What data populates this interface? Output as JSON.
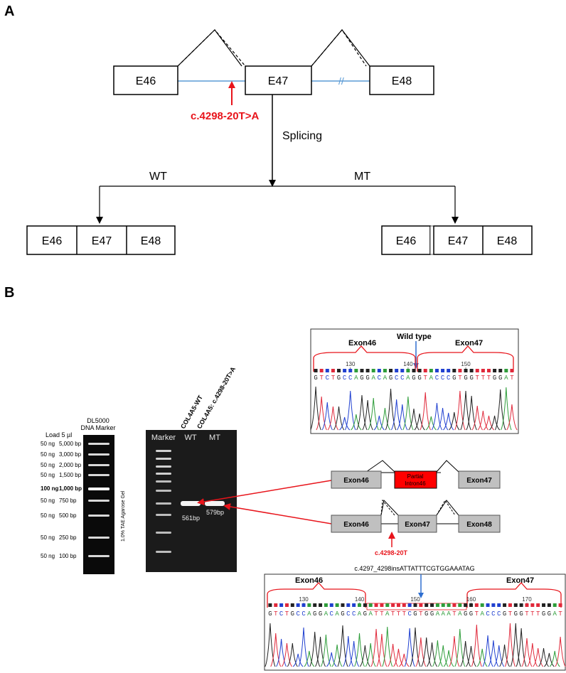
{
  "panel_a": {
    "label": "A",
    "exons_top": [
      "E46",
      "E47",
      "E48"
    ],
    "mutation": "c.4298-20T>A",
    "splicing": "Splicing",
    "wt": "WT",
    "mt": "MT",
    "wt_exons": [
      "E46",
      "E47",
      "E48"
    ],
    "mt_exons": [
      "E46",
      "E47",
      "E48"
    ],
    "break_mark": "//"
  },
  "panel_b": {
    "label": "B",
    "marker": {
      "title1": "DL5000",
      "title2": "DNA Marker",
      "load": "Load 5 µl",
      "rows": [
        {
          "ng": "50 ng",
          "bp": "5,000 bp",
          "bold": false
        },
        {
          "ng": "50 ng",
          "bp": "3,000 bp",
          "bold": false
        },
        {
          "ng": "50 ng",
          "bp": "2,000 bp",
          "bold": false
        },
        {
          "ng": "50 ng",
          "bp": "1,500 bp",
          "bold": false
        },
        {
          "ng": "100 ng",
          "bp": "1,000 bp",
          "bold": true
        },
        {
          "ng": "50 ng",
          "bp": "750 bp",
          "bold": false
        },
        {
          "ng": "50 ng",
          "bp": "500 bp",
          "bold": false
        },
        {
          "ng": "50 ng",
          "bp": "250 bp",
          "bold": false
        },
        {
          "ng": "50 ng",
          "bp": "100 bp",
          "bold": false
        }
      ],
      "gel_note": "1.0% TAE Agarose Gel"
    },
    "gel": {
      "col_wt": "COL4A5-WT",
      "col_mt": "COL4A5: c.4298-20T>A",
      "lane_marker": "Marker",
      "lane_wt": "WT",
      "lane_mt": "MT",
      "band_wt": "561bp",
      "band_mt": "579bp"
    },
    "seq_top": {
      "wild_type": "Wild type",
      "exon_left": "Exon46",
      "exon_right": "Exon47",
      "ticks": [
        "130",
        "140",
        "150"
      ],
      "sequence": "GTCTGCCAGGACAGCCAGGTACCCGTGGTTTGGAT"
    },
    "seq_bottom": {
      "insertion": "c.4297_4298insATTATTTCGTGGAAATAG",
      "exon_left": "Exon46",
      "exon_right": "Exon47",
      "ticks": [
        "130",
        "140",
        "150",
        "160",
        "170"
      ],
      "sequence": "GTCTGCCAGGACAGCCAGATTATTTCGTGGAAATAGGTACCCGTGGTTTGGAT"
    },
    "diagram_mt": {
      "exon46": "Exon46",
      "intron": "Partial Intron46",
      "exon47": "Exon47"
    },
    "diagram_wt": {
      "exon46": "Exon46",
      "exon47": "Exon47",
      "exon48": "Exon48",
      "mutation": "c.4298-20T"
    }
  },
  "colors": {
    "mutation_red": "#e8141b",
    "exon_gray": "#c0c0c0",
    "intron_blue": "#5b9bd5",
    "base_A": "#2e9d3a",
    "base_C": "#2040d0",
    "base_G": "#222222",
    "base_T": "#e0283a"
  }
}
